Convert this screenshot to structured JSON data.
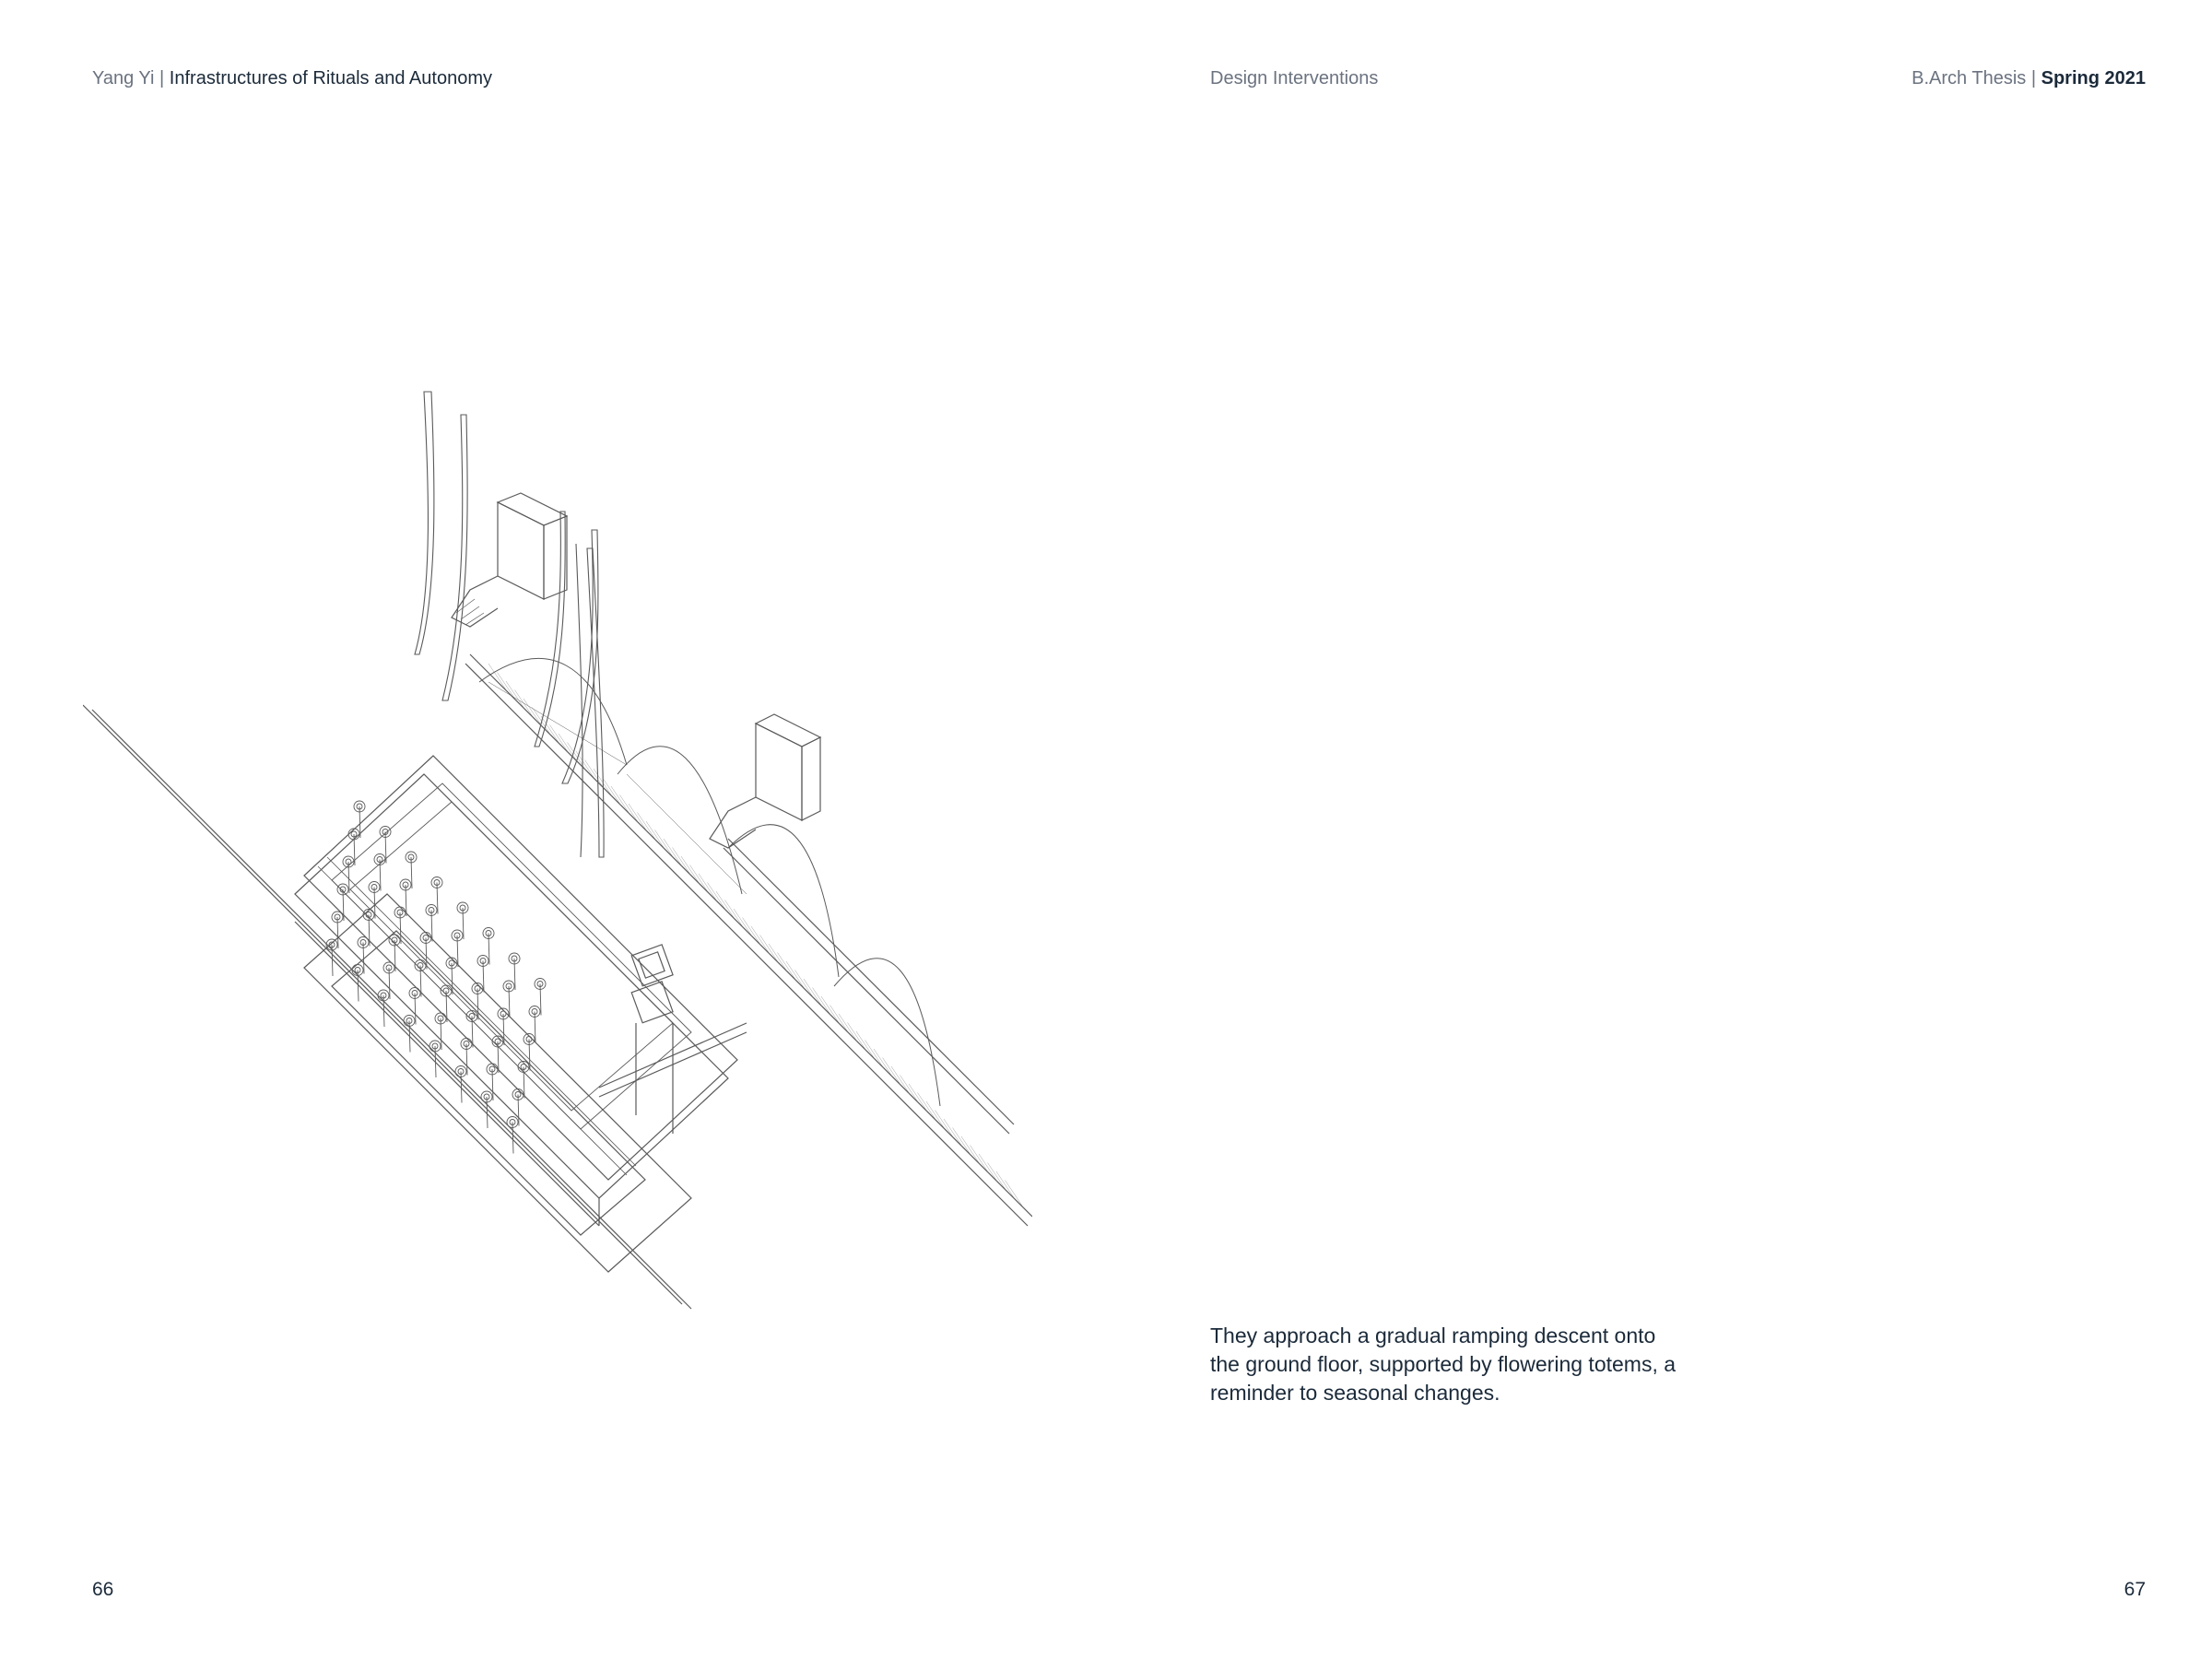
{
  "header": {
    "author": "Yang Yi",
    "separator": "|",
    "title": "Infrastructures of Rituals and Autonomy",
    "section": "Design Interventions",
    "program": "B.Arch Thesis",
    "term": "Spring 2021"
  },
  "caption": "They approach a gradual ramping descent onto the ground floor, supported by flowering totems, a reminder to seasonal changes.",
  "pages": {
    "left": "66",
    "right": "67"
  }
}
